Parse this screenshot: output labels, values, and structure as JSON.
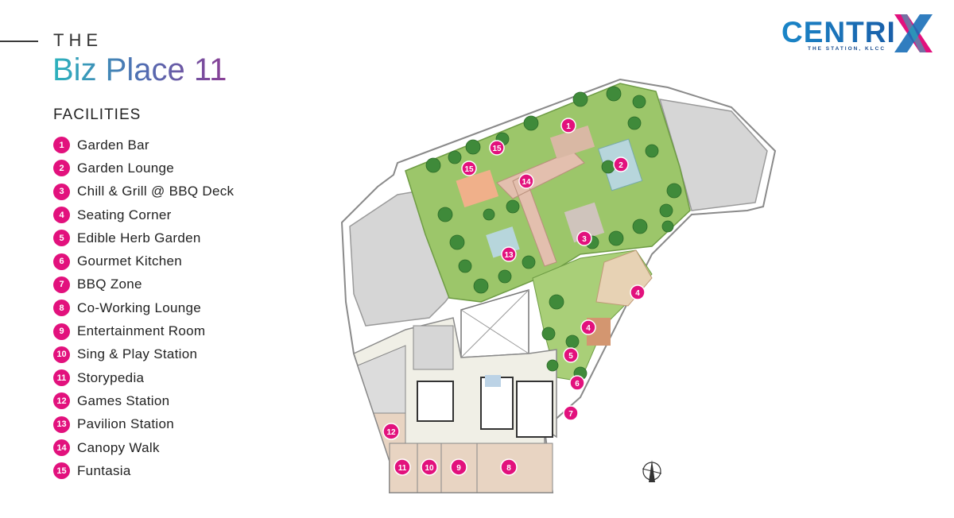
{
  "header": {
    "the": "THE",
    "title": "Biz Place 11",
    "facilities_heading": "FACILITIES"
  },
  "logo": {
    "wordmark": "CENTRI",
    "mark": "X",
    "tagline": "THE STATION, KLCC",
    "colors": {
      "blue": "#1a6fb8",
      "pink": "#e2117d",
      "teal": "#2bb3bd"
    }
  },
  "facilities": [
    {
      "num": "1",
      "name": "Garden Bar"
    },
    {
      "num": "2",
      "name": "Garden Lounge"
    },
    {
      "num": "3",
      "name": "Chill & Grill @ BBQ Deck"
    },
    {
      "num": "4",
      "name": "Seating Corner"
    },
    {
      "num": "5",
      "name": "Edible Herb Garden"
    },
    {
      "num": "6",
      "name": "Gourmet Kitchen"
    },
    {
      "num": "7",
      "name": "BBQ Zone"
    },
    {
      "num": "8",
      "name": "Co-Working Lounge"
    },
    {
      "num": "9",
      "name": "Entertainment Room"
    },
    {
      "num": "10",
      "name": "Sing & Play Station"
    },
    {
      "num": "11",
      "name": "Storypedia"
    },
    {
      "num": "12",
      "name": "Games Station"
    },
    {
      "num": "13",
      "name": "Pavilion Station"
    },
    {
      "num": "14",
      "name": "Canopy Walk"
    },
    {
      "num": "15",
      "name": "Funtasia"
    }
  ],
  "map_markers": [
    "1",
    "2",
    "3",
    "4",
    "4",
    "5",
    "6",
    "7",
    "8",
    "9",
    "10",
    "11",
    "12",
    "13",
    "14",
    "15",
    "15"
  ],
  "colors": {
    "accent": "#e2117d",
    "grass": "#8dbf5a",
    "tree": "#3f8a3a",
    "building": "#d4d4d4",
    "deck": "#e8d4c2"
  }
}
